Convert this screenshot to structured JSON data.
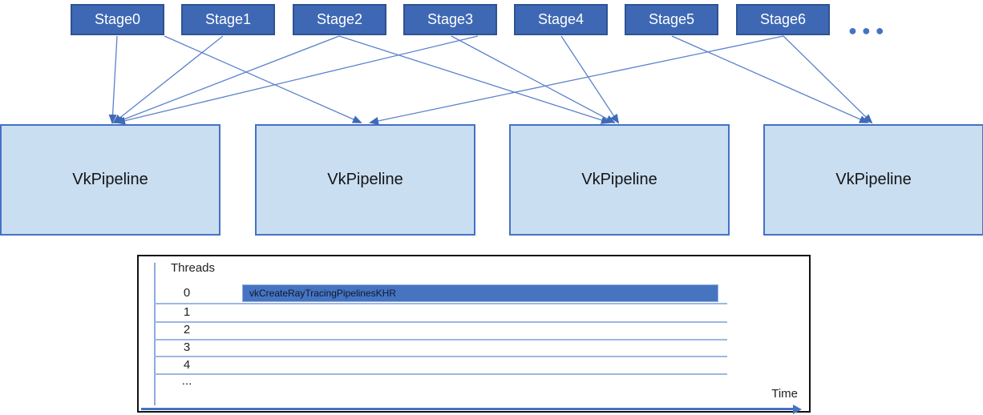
{
  "diagram": {
    "stages": [
      {
        "label": "Stage0"
      },
      {
        "label": "Stage1"
      },
      {
        "label": "Stage2"
      },
      {
        "label": "Stage3"
      },
      {
        "label": "Stage4"
      },
      {
        "label": "Stage5"
      },
      {
        "label": "Stage6"
      }
    ],
    "more_stages_indicator": "●●●",
    "pipelines": [
      {
        "label": "VkPipeline"
      },
      {
        "label": "VkPipeline"
      },
      {
        "label": "VkPipeline"
      },
      {
        "label": "VkPipeline"
      }
    ]
  },
  "timeline": {
    "header": "Threads",
    "thread_rows": [
      {
        "label": "0"
      },
      {
        "label": "1"
      },
      {
        "label": "2"
      },
      {
        "label": "3"
      },
      {
        "label": "4"
      },
      {
        "label": "..."
      }
    ],
    "bar": {
      "label": "vkCreateRayTracingPipelinesKHR",
      "thread": "0"
    },
    "x_axis_label": "Time"
  },
  "colors": {
    "stage_fill": "#3e68b4",
    "stage_border": "#2e5391",
    "pipeline_fill": "#c9def1",
    "pipeline_border": "#4472c4",
    "connector": "#5b82cc",
    "bar_fill": "#4674c1",
    "row_line": "#9cb7e3",
    "axis_arrow": "#4472c4",
    "chart_border": "#111111"
  }
}
